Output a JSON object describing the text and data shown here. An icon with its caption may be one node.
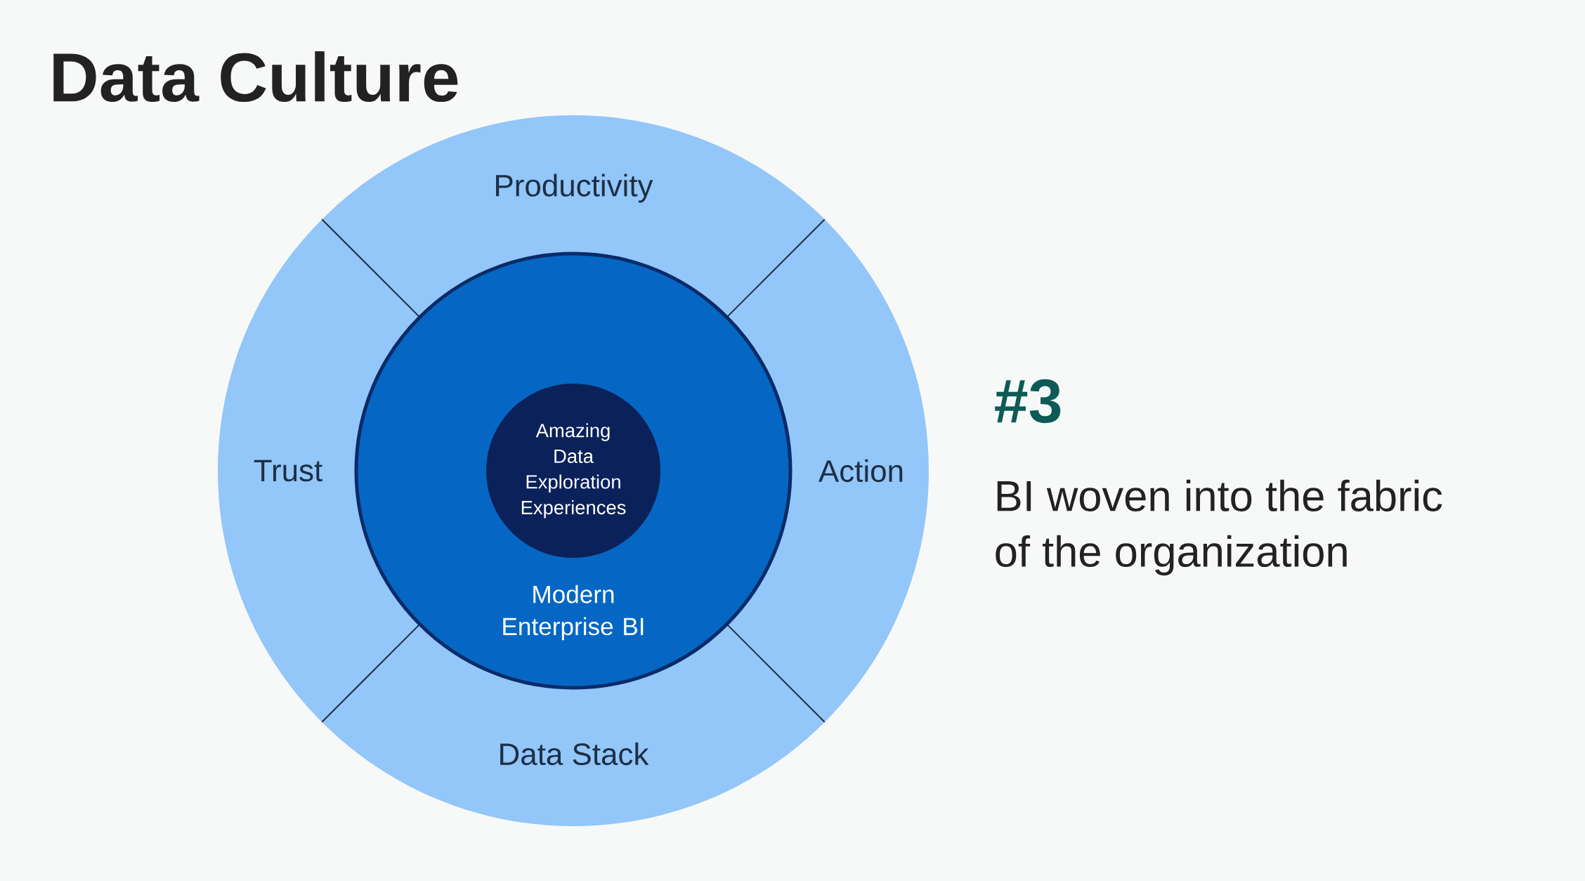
{
  "diagram": {
    "title": "Data Culture",
    "nodes": [
      {
        "text": [
          "Productivity"
        ]
      },
      {
        "text": [
          "Trust"
        ]
      },
      {
        "text": [
          "Action"
        ]
      },
      {
        "text": [
          "Modern Enterprise BI"
        ]
      },
      {
        "text": [
          "Amazing Data Exploration Experiences"
        ],
        "in": 3
      },
      {
        "text": [
          "Data Stack"
        ]
      }
    ],
    "labels": [
      "#3",
      "BI woven into the fabric of the organization"
    ]
  }
}
